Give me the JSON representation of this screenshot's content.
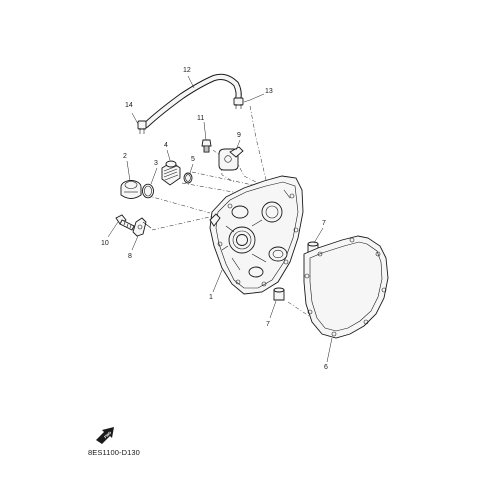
{
  "diagram": {
    "callouts": {
      "c1": "1",
      "c2": "2",
      "c3": "3",
      "c4": "4",
      "c5": "5",
      "c6": "6",
      "c7a": "7",
      "c7b": "7",
      "c8": "8",
      "c9": "9",
      "c10": "10",
      "c11": "11",
      "c12": "12",
      "c13": "13",
      "c14": "14"
    },
    "diagram_code": "8ES1100-D130",
    "front_badge": "FWD"
  }
}
